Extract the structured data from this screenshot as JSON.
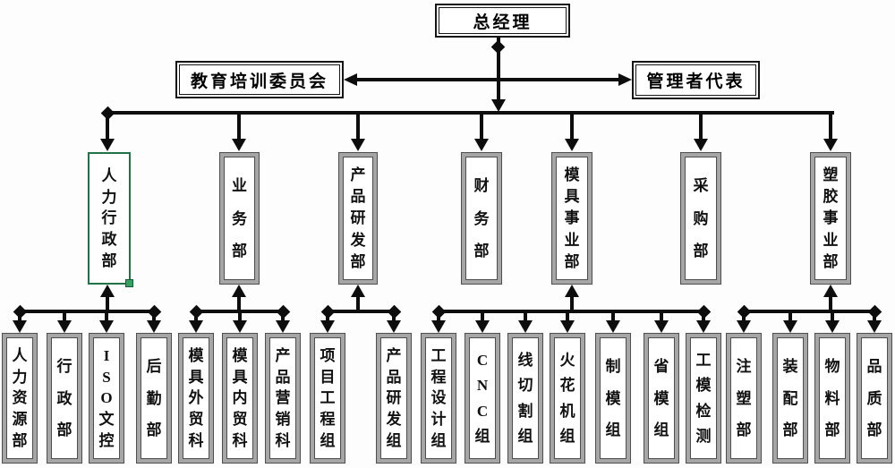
{
  "colors": {
    "connector": "#0d0d0d",
    "box_frame_gray": "#a6a6a6",
    "box_frame_edge": "#4e4e4e",
    "double_border": "#161616",
    "selected_border_green": "#217346",
    "selection_handle_green": "#36a05f",
    "background": "#ffffff"
  },
  "org": {
    "root": {
      "label": "总经理"
    },
    "committee": {
      "label": "教育培训委员会"
    },
    "representative": {
      "label": "管理者代表"
    },
    "departments": [
      {
        "label": "人力行政部",
        "selected": true,
        "children": [
          {
            "label": "人力资源部"
          },
          {
            "label": "行政部"
          },
          {
            "label": "ISO文控"
          },
          {
            "label": "后勤部"
          }
        ]
      },
      {
        "label": "业务部",
        "children": [
          {
            "label": "模具外贸科"
          },
          {
            "label": "模具内贸科"
          },
          {
            "label": "产品营销科"
          }
        ]
      },
      {
        "label": "产品研发部",
        "children": [
          {
            "label": "项目工程组"
          },
          {
            "label": "产品研发组"
          }
        ]
      },
      {
        "label": "财务部",
        "children": []
      },
      {
        "label": "模具事业部",
        "children": [
          {
            "label": "工程设计组"
          },
          {
            "label": "CNC组"
          },
          {
            "label": "线切割组"
          },
          {
            "label": "火花机组"
          },
          {
            "label": "制模组"
          },
          {
            "label": "省模组"
          },
          {
            "label": "工模检测"
          }
        ]
      },
      {
        "label": "采购部",
        "children": []
      },
      {
        "label": "塑胶事业部",
        "children": [
          {
            "label": "注塑部"
          },
          {
            "label": "装配部"
          },
          {
            "label": "物料部"
          },
          {
            "label": "品质部"
          }
        ]
      }
    ]
  }
}
